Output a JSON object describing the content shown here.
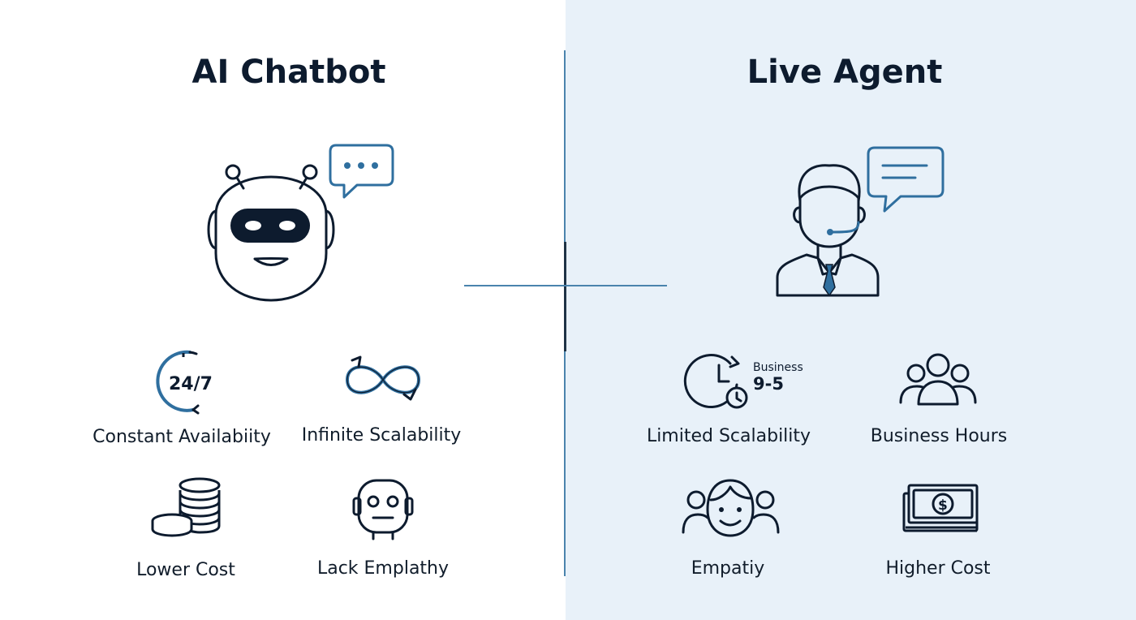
{
  "left": {
    "title": "AI Chatbot",
    "features": [
      {
        "label": "Constant Availabiity",
        "icon": "clock-24-7-icon",
        "icon_text": "24/7"
      },
      {
        "label": "Infinite Scalability",
        "icon": "infinity-arrows-icon"
      },
      {
        "label": "Lower Cost",
        "icon": "coin-stack-icon"
      },
      {
        "label": "Lack Emplathy",
        "icon": "robot-face-icon"
      }
    ],
    "hero_icon": "robot-with-speech-bubble-icon"
  },
  "right": {
    "title": "Live Agent",
    "features": [
      {
        "label": "Limited Scalability",
        "icon": "business-hours-clock-icon",
        "icon_text_top": "Business",
        "icon_text_bottom": "9-5"
      },
      {
        "label": "Business Hours",
        "icon": "people-group-icon"
      },
      {
        "label": "Empatiy",
        "icon": "smiling-person-group-icon"
      },
      {
        "label": "Higher Cost",
        "icon": "banknotes-icon"
      }
    ],
    "hero_icon": "headset-agent-with-speech-bubble-icon"
  },
  "colors": {
    "accent_blue": "#2f6f9f",
    "dark_navy": "#0d1b2e",
    "right_panel_background": "#e8f1f9",
    "left_panel_background": "#ffffff"
  }
}
